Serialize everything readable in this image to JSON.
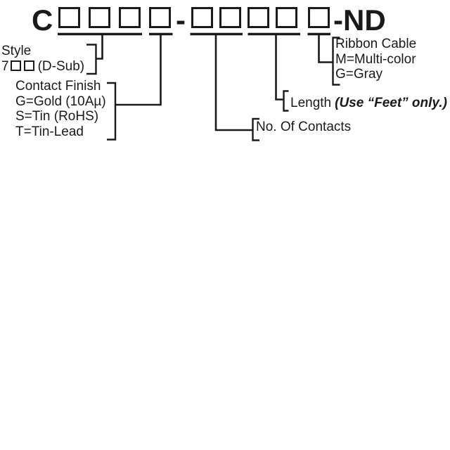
{
  "part_number": {
    "prefix": "C",
    "separator": "-",
    "suffix": "-ND",
    "group1_slots": 4,
    "group2_slots": 5
  },
  "legend": {
    "style": {
      "title": "Style",
      "code_prefix": "7",
      "code_suffix": "(D-Sub)",
      "code_slots": 2
    },
    "contact_finish": {
      "title": "Contact Finish",
      "options": [
        "G=Gold (10Aµ)",
        "S=Tin (RoHS)",
        "T=Tin-Lead"
      ]
    },
    "no_of_contacts": {
      "label": "No. Of Contacts"
    },
    "length": {
      "label": "Length",
      "note": "(Use “Feet” only.)"
    },
    "ribbon_cable": {
      "title": "Ribbon Cable",
      "options": [
        "M=Multi-color",
        "G=Gray"
      ]
    }
  },
  "colors": {
    "ink": "#1a1a1a",
    "background": "#ffffff"
  }
}
